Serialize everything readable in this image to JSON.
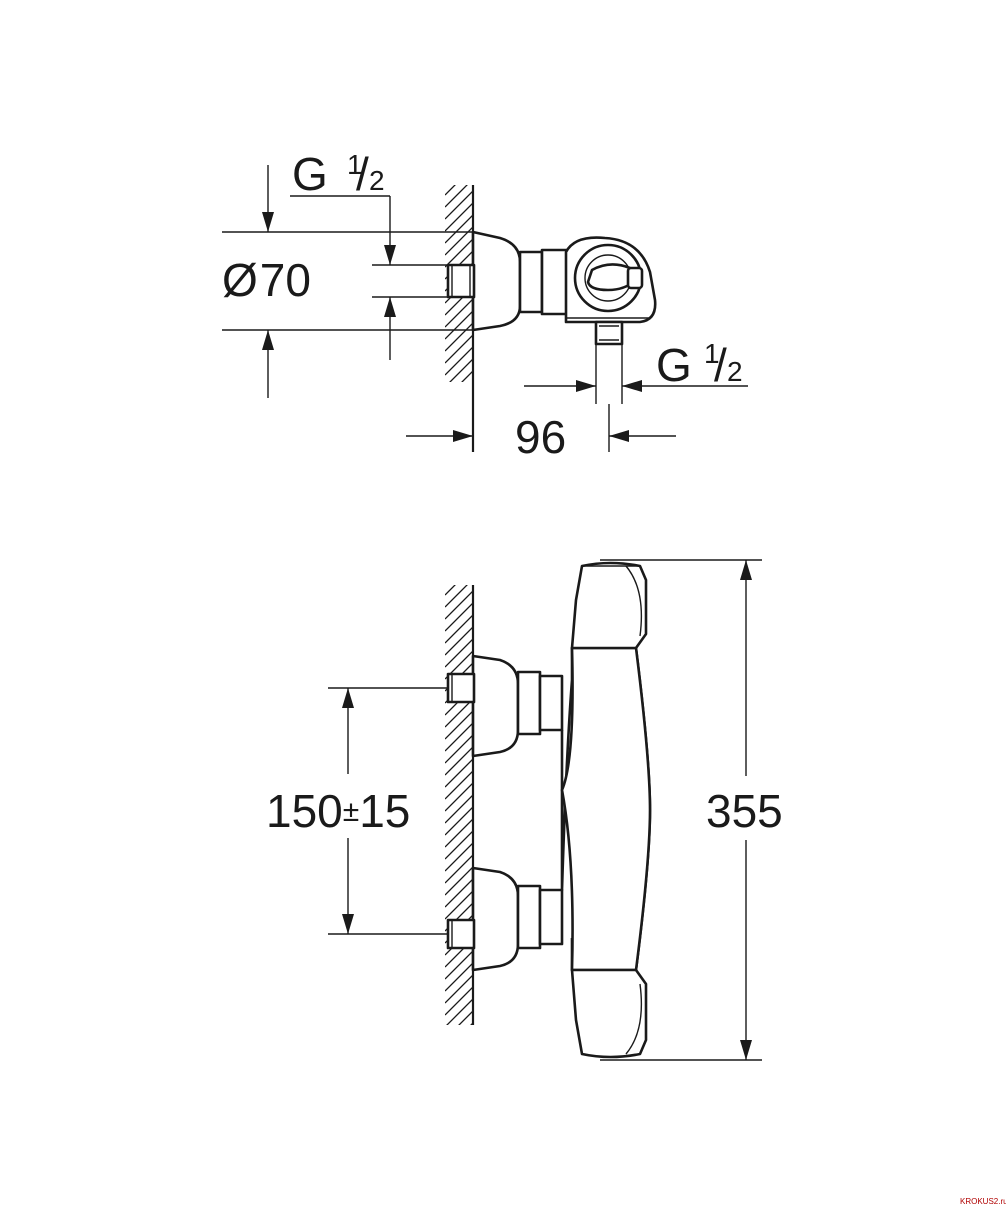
{
  "top_view": {
    "dims": {
      "diameter_symbol": "Ø",
      "diameter_value": "70",
      "thread_left": {
        "letter": "G",
        "num": "1",
        "den": "2"
      },
      "thread_right": {
        "letter": "G",
        "num": "1",
        "den": "2"
      },
      "depth": "96"
    }
  },
  "front_view": {
    "dims": {
      "spacing": "150",
      "plusminus": "±",
      "tolerance": "15",
      "height": "355"
    }
  },
  "watermark": "KROKUS2.ru"
}
